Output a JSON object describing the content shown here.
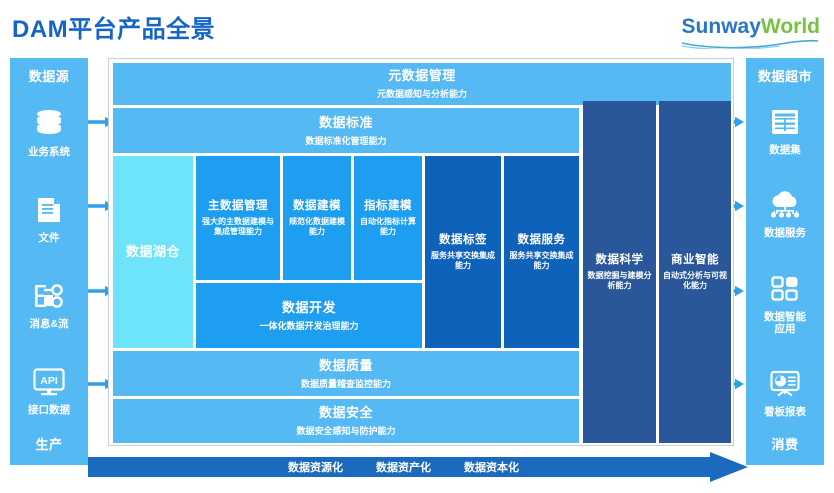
{
  "page": {
    "title": "DAM平台产品全景"
  },
  "logo": {
    "part1": "Sunway",
    "part2": "World",
    "color1": "#2777c4",
    "color2": "#7ac143"
  },
  "colors": {
    "title": "#1565c8",
    "light_blue": "#55b9f3",
    "mid_blue": "#1e9ef0",
    "cyan": "#6ee4fb",
    "strong_blue": "#0f62ba",
    "navy": "#2a5799",
    "journey_arrow": "#1a6bbd"
  },
  "left_panel": {
    "title": "数据源",
    "footer": "生产",
    "items": [
      {
        "icon": "database-icon",
        "label": "业务系统"
      },
      {
        "icon": "file-icon",
        "label": "文件"
      },
      {
        "icon": "message-stream-icon",
        "label": "消息&流"
      },
      {
        "icon": "api-icon",
        "label": "接口数据"
      }
    ]
  },
  "right_panel": {
    "title": "数据超市",
    "footer": "消费",
    "items": [
      {
        "icon": "grid-dataset-icon",
        "label": "数据集"
      },
      {
        "icon": "cloud-service-icon",
        "label": "数据服务"
      },
      {
        "icon": "apps-icon",
        "label": "数据智能\n应用"
      },
      {
        "icon": "dashboard-report-icon",
        "label": "看板报表"
      }
    ]
  },
  "center": {
    "metadata": {
      "title": "元数据管理",
      "subtitle": "元数据感知与分析能力"
    },
    "standard": {
      "title": "数据标准",
      "subtitle": "数据标准化管理能力"
    },
    "lakehouse": {
      "title": "数据湖仓",
      "subtitle": ""
    },
    "master_data": {
      "title": "主数据管理",
      "subtitle": "强大的主数据建模与集成管理能力"
    },
    "data_modeling": {
      "title": "数据建模",
      "subtitle": "规范化数据建模能力"
    },
    "kpi_modeling": {
      "title": "指标建模",
      "subtitle": "自动化指标计算能力"
    },
    "data_dev": {
      "title": "数据开发",
      "subtitle": "一体化数据开发治理能力"
    },
    "data_tag": {
      "title": "数据标签",
      "subtitle": "服务共享交换集成能力"
    },
    "data_service": {
      "title": "数据服务",
      "subtitle": "服务共享交换集成能力"
    },
    "data_science": {
      "title": "数据科学",
      "subtitle": "数据挖掘与建模分析能力"
    },
    "bi": {
      "title": "商业智能",
      "subtitle": "自动式分析与可视化能力"
    },
    "data_quality": {
      "title": "数据质量",
      "subtitle": "数据质量稽查监控能力"
    },
    "data_security": {
      "title": "数据安全",
      "subtitle": "数据安全感知与防护能力"
    }
  },
  "journey": {
    "steps": [
      "数据资源化",
      "数据资产化",
      "数据资本化"
    ]
  }
}
